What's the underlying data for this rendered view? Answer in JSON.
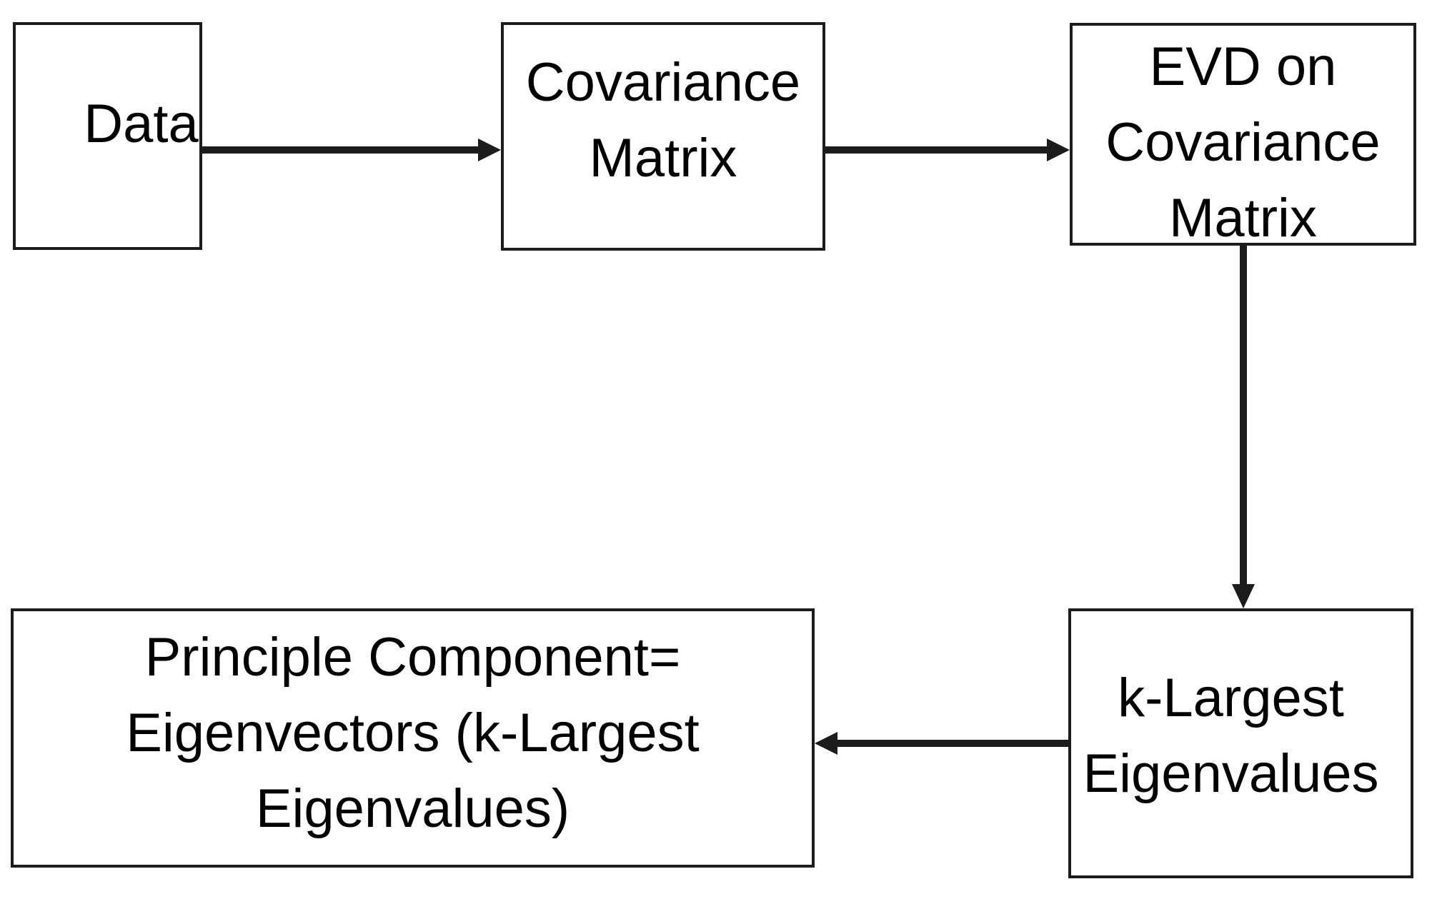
{
  "diagram": {
    "colors": {
      "stroke": "#1c1c1c",
      "text": "#000000",
      "background": "#ffffff"
    },
    "nodes": {
      "data": {
        "lines": [
          "Data"
        ]
      },
      "covariance": {
        "lines": [
          "Covariance",
          "Matrix"
        ]
      },
      "evd": {
        "lines": [
          "EVD on",
          "Covariance",
          "Matrix"
        ]
      },
      "klargest": {
        "lines": [
          "k-Largest",
          "Eigenvalues"
        ]
      },
      "principle": {
        "lines": [
          "Principle Component=",
          "Eigenvectors (k-Largest",
          "Eigenvalues)"
        ]
      }
    },
    "edges": [
      {
        "from": "Data",
        "to": "Covariance Matrix",
        "direction": "right"
      },
      {
        "from": "Covariance Matrix",
        "to": "EVD on Covariance Matrix",
        "direction": "right"
      },
      {
        "from": "EVD on Covariance Matrix",
        "to": "k-Largest Eigenvalues",
        "direction": "down"
      },
      {
        "from": "k-Largest Eigenvalues",
        "to": "Principle Component= Eigenvectors (k-Largest Eigenvalues)",
        "direction": "left"
      }
    ]
  }
}
